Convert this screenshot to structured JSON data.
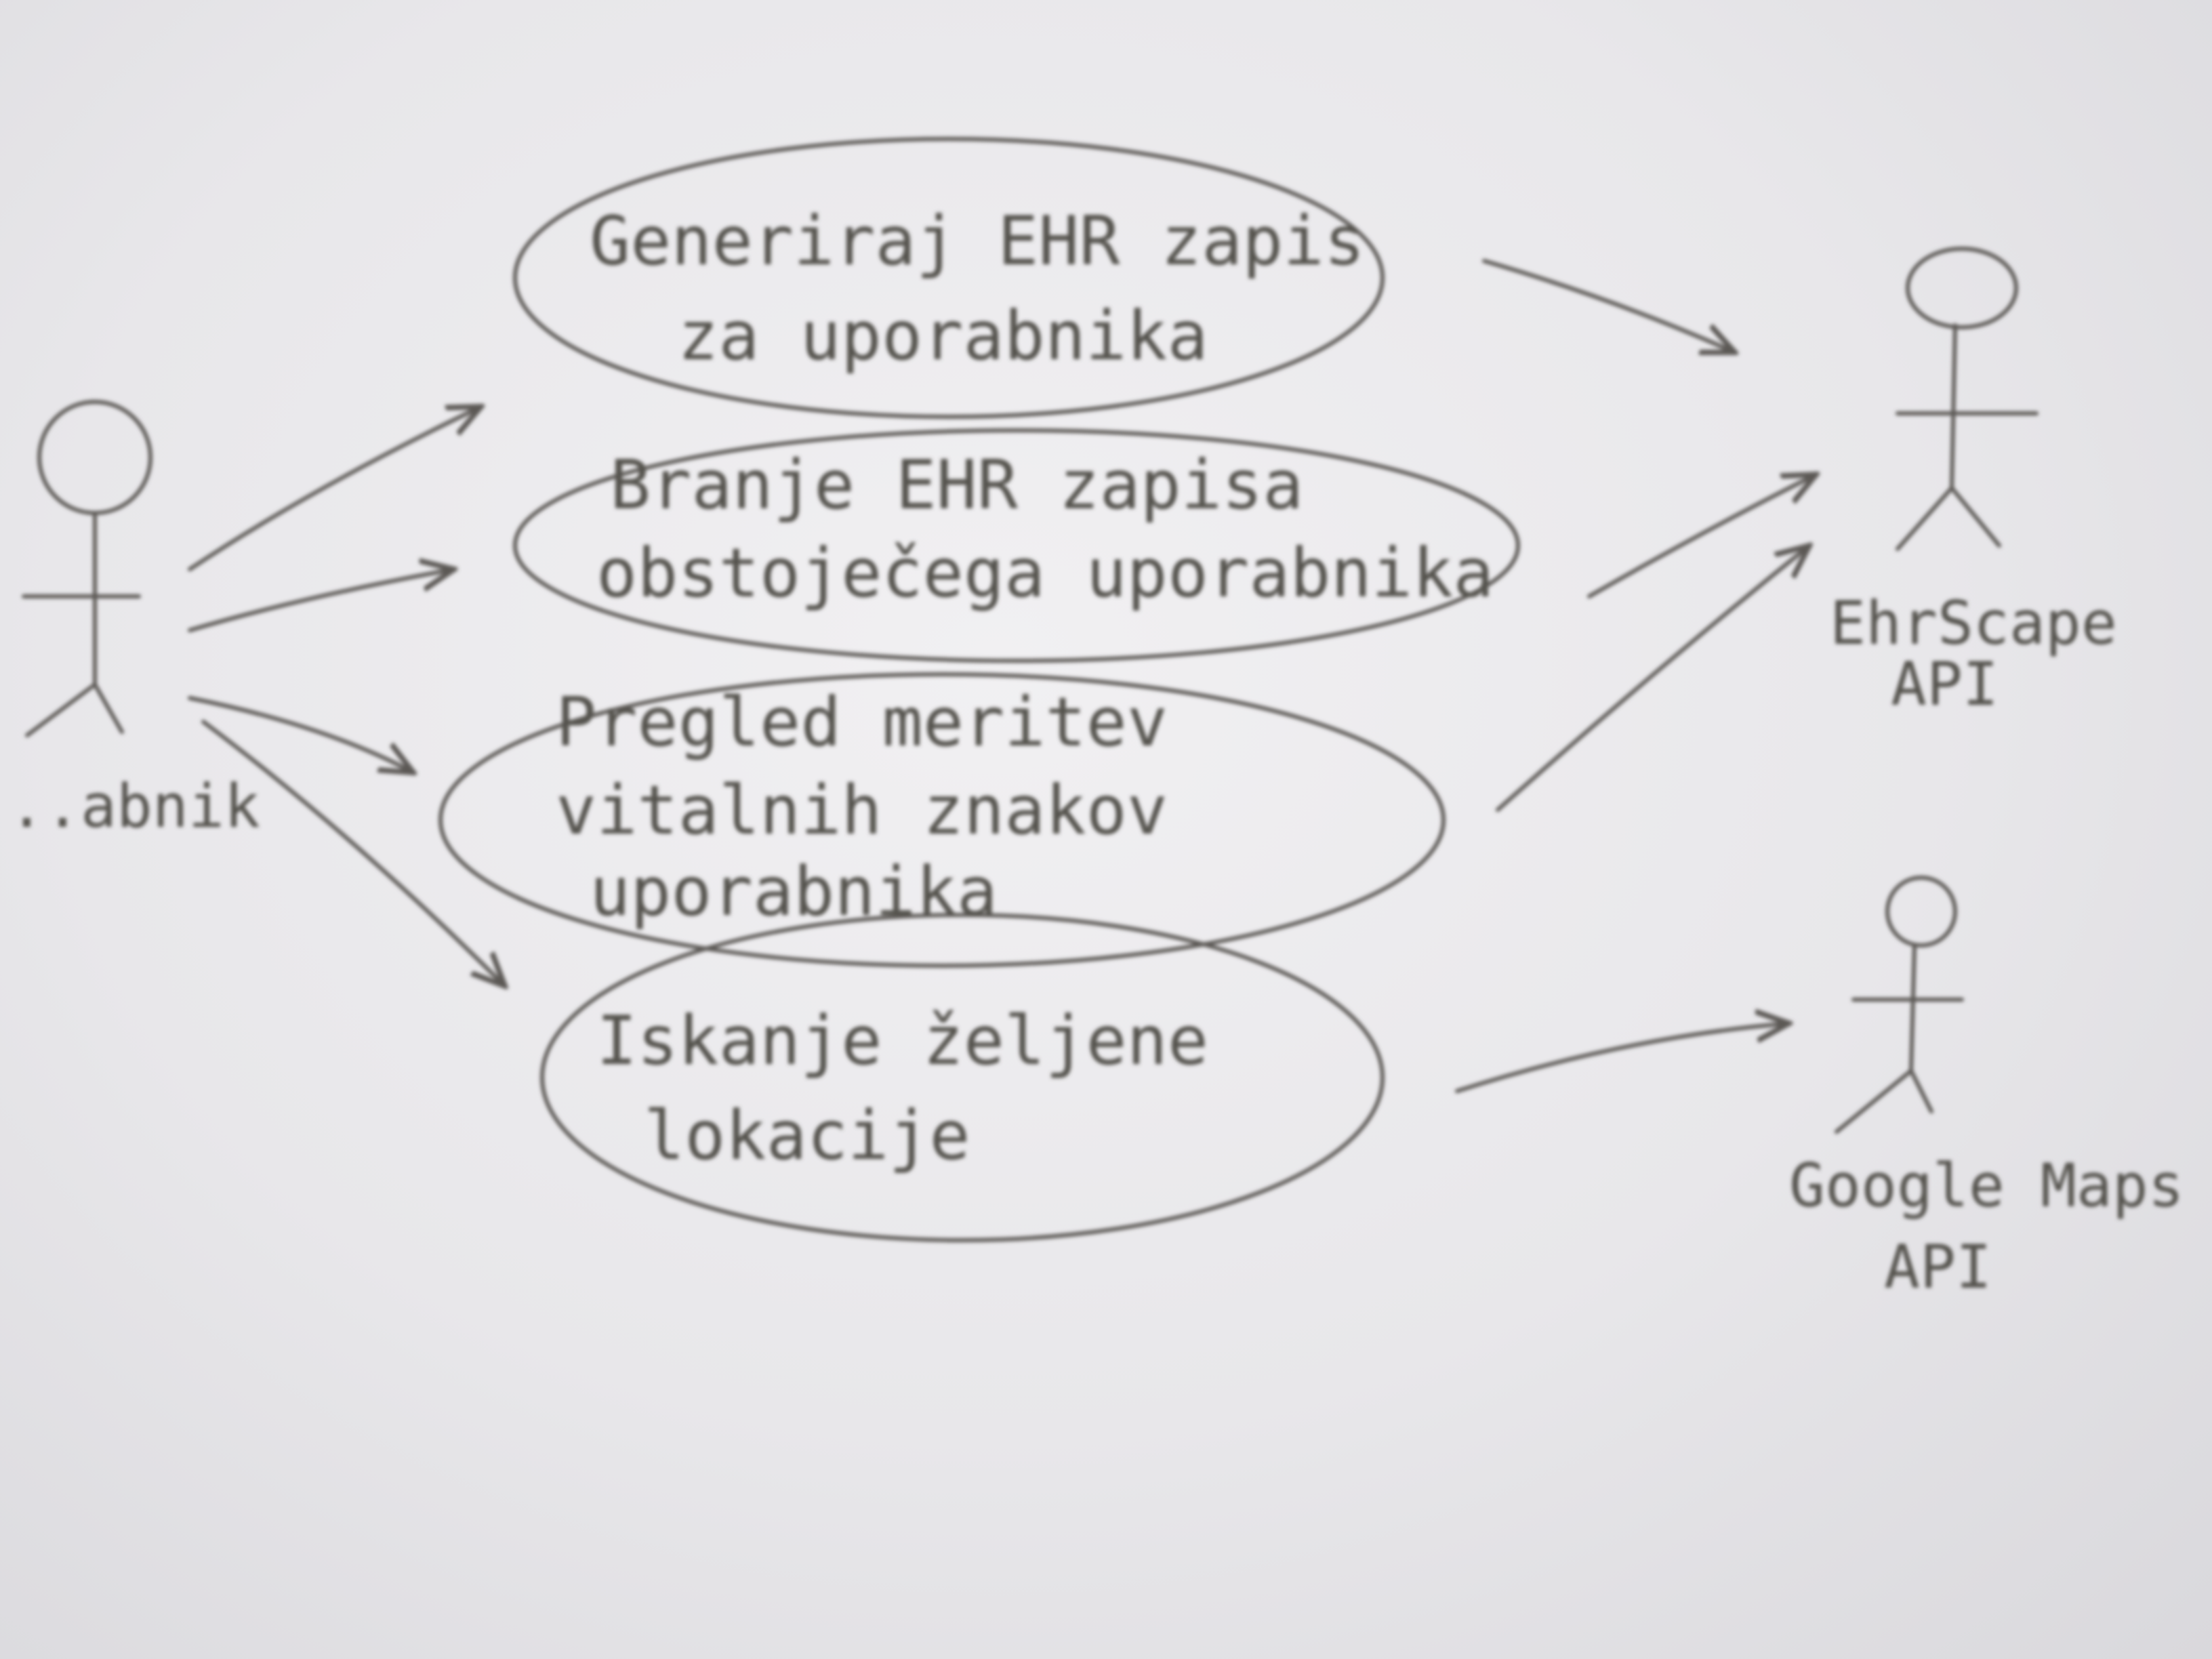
{
  "diagram": {
    "use_cases": [
      {
        "id": "uc1",
        "lines": [
          "Generiraj EHR zapis",
          "za uporabnika"
        ]
      },
      {
        "id": "uc2",
        "lines": [
          "Branje EHR zapisa",
          "obstoječega uporabnika"
        ]
      },
      {
        "id": "uc3",
        "lines": [
          "Pregled meritev",
          "vitalnih znakov",
          "uporabnika"
        ]
      },
      {
        "id": "uc4",
        "lines": [
          "Iskanje željene",
          "lokacije"
        ]
      }
    ],
    "actors": {
      "left": {
        "label": "...abnik"
      },
      "ehrscape": {
        "label_line1": "EhrScape",
        "label_line2": "API"
      },
      "google": {
        "label_line1": "Google Maps",
        "label_line2": "API"
      }
    }
  }
}
